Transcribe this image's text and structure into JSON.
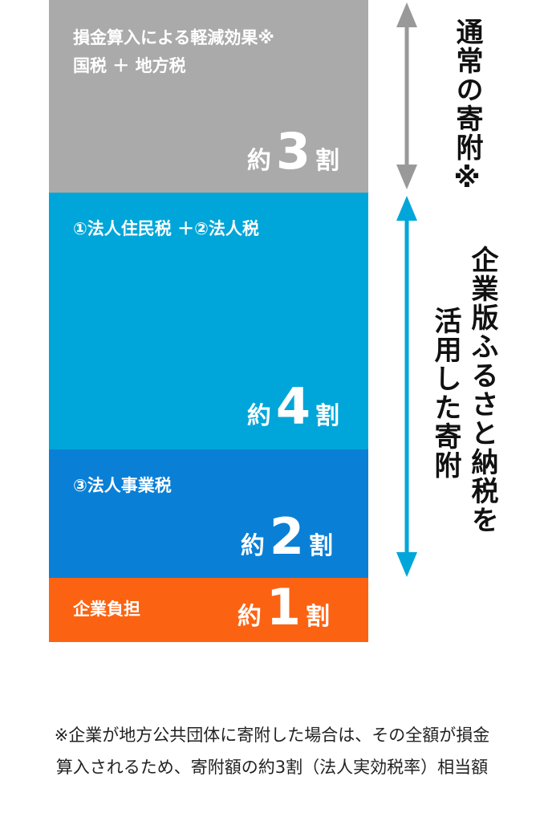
{
  "blocks": {
    "regular": {
      "title_line1": "損金算入による軽減効果※",
      "title_line2": "国税 ＋ 地方税",
      "ratio_prefix": "約",
      "ratio_number": "3",
      "ratio_suffix": "割",
      "color": "#aaaaaa"
    },
    "resident": {
      "title": "①法人住民税 ＋②法人税",
      "ratio_prefix": "約",
      "ratio_number": "4",
      "ratio_suffix": "割",
      "color": "#00a6d9"
    },
    "enterprise": {
      "title": "③法人事業税",
      "ratio_prefix": "約",
      "ratio_number": "2",
      "ratio_suffix": "割",
      "color": "#0a7fd6"
    },
    "burden": {
      "title": "企業負担",
      "ratio_prefix": "約",
      "ratio_number": "1",
      "ratio_suffix": "割",
      "color": "#fb6312"
    }
  },
  "side_labels": {
    "regular_donation": "通常の寄附※",
    "furusato_line1": "企業版ふるさと納税を",
    "furusato_line2": "活用した寄附"
  },
  "arrows": {
    "regular_color": "#999999",
    "furusato_color": "#00a6d9"
  },
  "footnote": {
    "line1": "※企業が地方公共団体に寄附した場合は、その全額が損金",
    "line2": "算入されるため、寄附額の約3割（法人実効税率）相当額"
  }
}
